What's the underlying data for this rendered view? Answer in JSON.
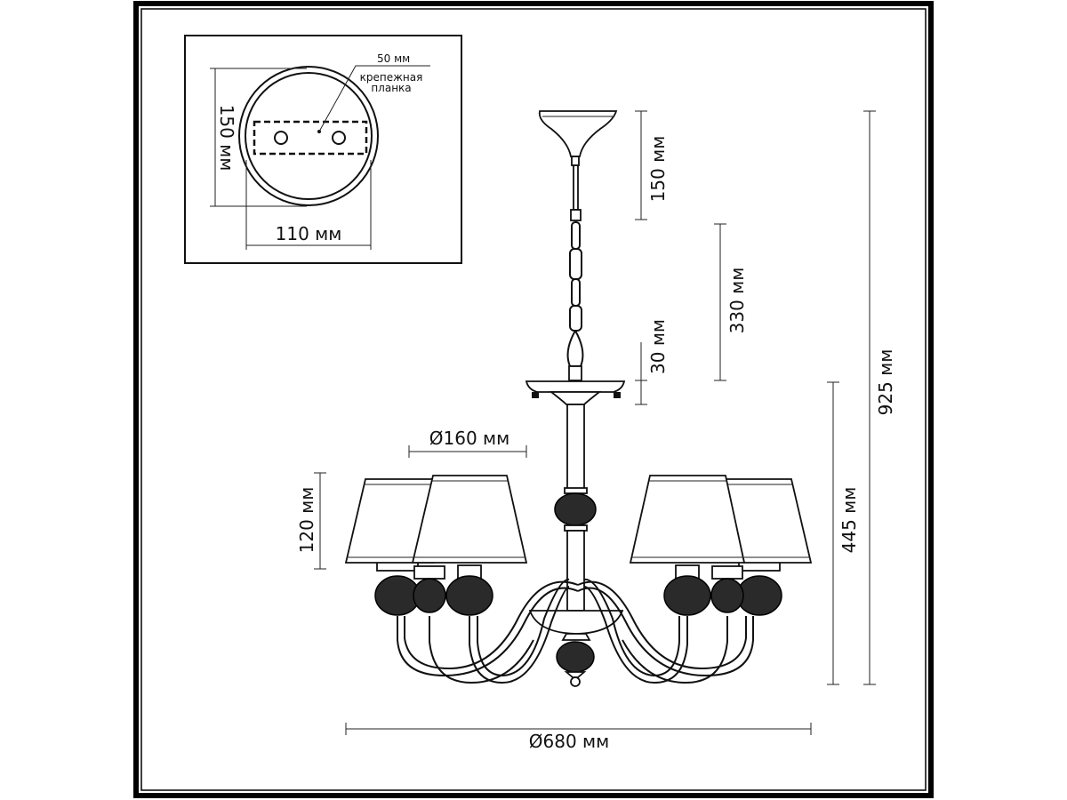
{
  "mount_plate_inset": {
    "slot_label": "50 мм",
    "part_label_line1": "крепежная",
    "part_label_line2": "планка",
    "height_label": "150 мм",
    "width_label": "110 мм"
  },
  "dimensions": {
    "ceiling_cup_height": "150 мм",
    "chain_length": "330 мм",
    "canopy_gap": "30 мм",
    "total_height": "925 мм",
    "body_height": "445 мм",
    "shade_height": "120 мм",
    "shade_diameter": "Ø160 мм",
    "total_diameter": "Ø680 мм"
  },
  "colors": {
    "line": "#111111",
    "background": "#ffffff"
  }
}
